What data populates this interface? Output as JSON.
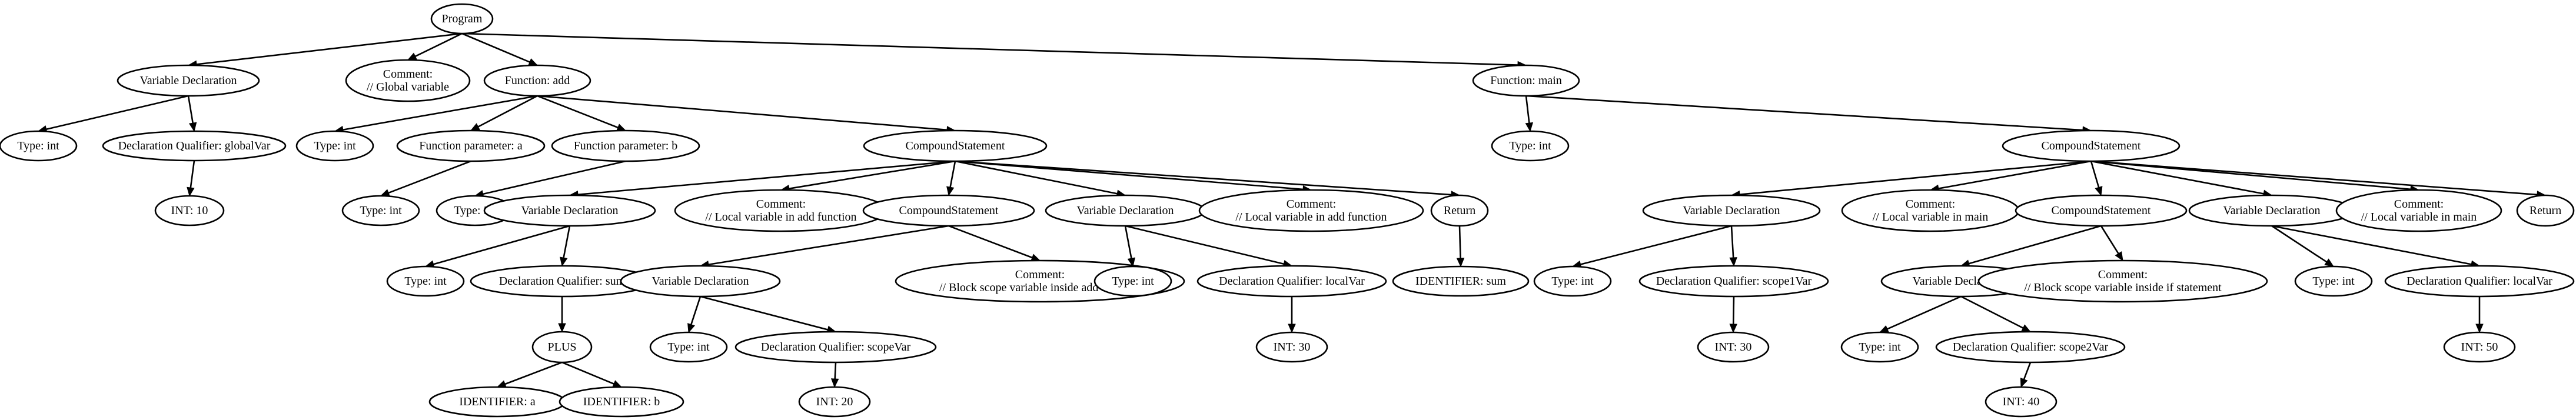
{
  "diagram": {
    "type": "tree",
    "nodes": [
      {
        "id": "n1",
        "lines": [
          "Program"
        ]
      },
      {
        "id": "n2",
        "lines": [
          "Variable Declaration"
        ]
      },
      {
        "id": "n3",
        "lines": [
          "Type: int"
        ]
      },
      {
        "id": "n4",
        "lines": [
          "Declaration Qualifier: globalVar"
        ]
      },
      {
        "id": "n5",
        "lines": [
          "INT: 10"
        ]
      },
      {
        "id": "n6",
        "lines": [
          "Comment:",
          "// Global variable"
        ]
      },
      {
        "id": "n7",
        "lines": [
          "Function: add"
        ]
      },
      {
        "id": "n8",
        "lines": [
          "Type: int"
        ]
      },
      {
        "id": "n9",
        "lines": [
          "Function parameter: a"
        ]
      },
      {
        "id": "n10",
        "lines": [
          "Type: int"
        ]
      },
      {
        "id": "n11",
        "lines": [
          "Function parameter: b"
        ]
      },
      {
        "id": "n12",
        "lines": [
          "Type: int"
        ]
      },
      {
        "id": "n13",
        "lines": [
          "CompoundStatement"
        ]
      },
      {
        "id": "n14",
        "lines": [
          "Variable Declaration"
        ]
      },
      {
        "id": "n15",
        "lines": [
          "Type: int"
        ]
      },
      {
        "id": "n16",
        "lines": [
          "Declaration Qualifier: sum"
        ]
      },
      {
        "id": "n17",
        "lines": [
          "PLUS"
        ]
      },
      {
        "id": "n18",
        "lines": [
          "IDENTIFIER: a"
        ]
      },
      {
        "id": "n19",
        "lines": [
          "IDENTIFIER: b"
        ]
      },
      {
        "id": "n20",
        "lines": [
          "Comment:",
          "// Local variable in add function"
        ]
      },
      {
        "id": "n21",
        "lines": [
          "CompoundStatement"
        ]
      },
      {
        "id": "n22",
        "lines": [
          "Variable Declaration"
        ]
      },
      {
        "id": "n23",
        "lines": [
          "Type: int"
        ]
      },
      {
        "id": "n24",
        "lines": [
          "Declaration Qualifier: scopeVar"
        ]
      },
      {
        "id": "n25",
        "lines": [
          "INT: 20"
        ]
      },
      {
        "id": "n26",
        "lines": [
          "Comment:",
          "// Block scope variable inside add function"
        ]
      },
      {
        "id": "n27",
        "lines": [
          "Variable Declaration"
        ]
      },
      {
        "id": "n28",
        "lines": [
          "Type: int"
        ]
      },
      {
        "id": "n29",
        "lines": [
          "Declaration Qualifier: localVar"
        ]
      },
      {
        "id": "n30",
        "lines": [
          "INT: 30"
        ]
      },
      {
        "id": "n31",
        "lines": [
          "Comment:",
          "// Local variable in add function"
        ]
      },
      {
        "id": "n32",
        "lines": [
          "Return"
        ]
      },
      {
        "id": "n33",
        "lines": [
          "IDENTIFIER: sum"
        ]
      },
      {
        "id": "n34",
        "lines": [
          "Function: main"
        ]
      },
      {
        "id": "n35",
        "lines": [
          "Type: int"
        ]
      },
      {
        "id": "n36",
        "lines": [
          "CompoundStatement"
        ]
      },
      {
        "id": "n37",
        "lines": [
          "Variable Declaration"
        ]
      },
      {
        "id": "n38",
        "lines": [
          "Type: int"
        ]
      },
      {
        "id": "n39",
        "lines": [
          "Declaration Qualifier: scope1Var"
        ]
      },
      {
        "id": "n40",
        "lines": [
          "INT: 30"
        ]
      },
      {
        "id": "n41",
        "lines": [
          "Comment:",
          "// Local variable in main"
        ]
      },
      {
        "id": "n42",
        "lines": [
          "CompoundStatement"
        ]
      },
      {
        "id": "n43",
        "lines": [
          "Variable Declaration"
        ]
      },
      {
        "id": "n44",
        "lines": [
          "Type: int"
        ]
      },
      {
        "id": "n45",
        "lines": [
          "Declaration Qualifier: scope2Var"
        ]
      },
      {
        "id": "n46",
        "lines": [
          "INT: 40"
        ]
      },
      {
        "id": "n47",
        "lines": [
          "Comment:",
          "// Block scope variable inside if statement"
        ]
      },
      {
        "id": "n48",
        "lines": [
          "Variable Declaration"
        ]
      },
      {
        "id": "n49",
        "lines": [
          "Type: int"
        ]
      },
      {
        "id": "n50",
        "lines": [
          "Declaration Qualifier: localVar"
        ]
      },
      {
        "id": "n51",
        "lines": [
          "INT: 50"
        ]
      },
      {
        "id": "n52",
        "lines": [
          "Comment:",
          "// Local variable in main"
        ]
      },
      {
        "id": "n53",
        "lines": [
          "Return"
        ]
      }
    ],
    "edges": [
      [
        "n1",
        "n2"
      ],
      [
        "n2",
        "n3"
      ],
      [
        "n2",
        "n4"
      ],
      [
        "n4",
        "n5"
      ],
      [
        "n1",
        "n6"
      ],
      [
        "n1",
        "n7"
      ],
      [
        "n7",
        "n8"
      ],
      [
        "n7",
        "n9"
      ],
      [
        "n9",
        "n10"
      ],
      [
        "n7",
        "n11"
      ],
      [
        "n11",
        "n12"
      ],
      [
        "n7",
        "n13"
      ],
      [
        "n13",
        "n14"
      ],
      [
        "n14",
        "n15"
      ],
      [
        "n14",
        "n16"
      ],
      [
        "n16",
        "n17"
      ],
      [
        "n17",
        "n18"
      ],
      [
        "n17",
        "n19"
      ],
      [
        "n13",
        "n20"
      ],
      [
        "n13",
        "n21"
      ],
      [
        "n21",
        "n22"
      ],
      [
        "n22",
        "n23"
      ],
      [
        "n22",
        "n24"
      ],
      [
        "n24",
        "n25"
      ],
      [
        "n21",
        "n26"
      ],
      [
        "n13",
        "n27"
      ],
      [
        "n27",
        "n28"
      ],
      [
        "n27",
        "n29"
      ],
      [
        "n29",
        "n30"
      ],
      [
        "n13",
        "n31"
      ],
      [
        "n13",
        "n32"
      ],
      [
        "n32",
        "n33"
      ],
      [
        "n1",
        "n34"
      ],
      [
        "n34",
        "n35"
      ],
      [
        "n34",
        "n36"
      ],
      [
        "n36",
        "n37"
      ],
      [
        "n37",
        "n38"
      ],
      [
        "n37",
        "n39"
      ],
      [
        "n39",
        "n40"
      ],
      [
        "n36",
        "n41"
      ],
      [
        "n36",
        "n42"
      ],
      [
        "n42",
        "n43"
      ],
      [
        "n43",
        "n44"
      ],
      [
        "n43",
        "n45"
      ],
      [
        "n45",
        "n46"
      ],
      [
        "n42",
        "n47"
      ],
      [
        "n36",
        "n48"
      ],
      [
        "n48",
        "n49"
      ],
      [
        "n48",
        "n50"
      ],
      [
        "n50",
        "n51"
      ],
      [
        "n36",
        "n52"
      ],
      [
        "n36",
        "n53"
      ]
    ]
  }
}
